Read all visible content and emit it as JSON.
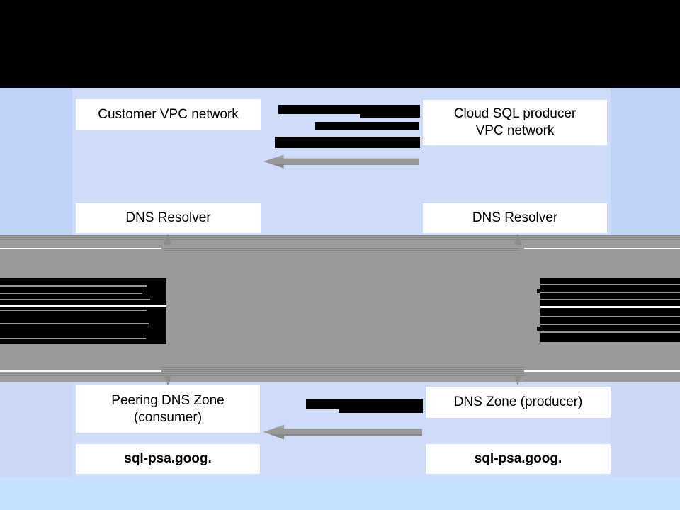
{
  "diagram": {
    "title_hint": "DNS peering between consumer and producer VPC networks (header and annotations redacted)",
    "consumer": {
      "network_label": "Customer VPC network",
      "resolver_label": "DNS Resolver",
      "zone_lines": [
        "Peering DNS Zone",
        "(consumer)"
      ],
      "domain": "sql-psa.goog."
    },
    "producer": {
      "network_lines": [
        "Cloud SQL producer",
        "VPC network"
      ],
      "resolver_label": "DNS Resolver",
      "zone_label": "DNS Zone (producer)",
      "domain": "sql-psa.goog."
    },
    "colors": {
      "panel_blue": "#cfdcf9",
      "outer_blue": "#c1d3f9",
      "bottom_band_blue": "#c6e1fd",
      "redaction_band_gray": "#999999",
      "arrow_gray": "#989898",
      "box_white": "#ffffff",
      "text_black": "#000000",
      "redaction_black": "#000000"
    }
  }
}
